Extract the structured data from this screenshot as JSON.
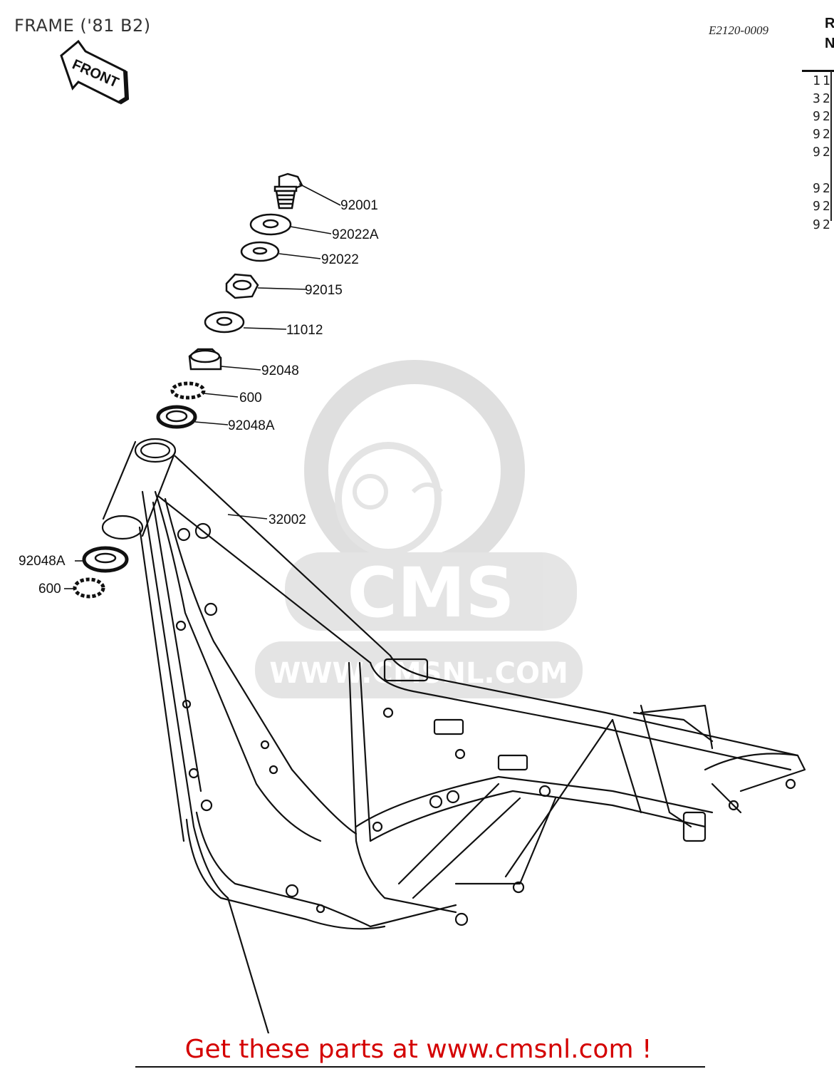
{
  "page": {
    "title": "FRAME ('81 B2)",
    "drawing_code": "E2120-0009",
    "column_header": [
      "R",
      "N"
    ],
    "side_list": [
      "11",
      "32",
      "92",
      "92",
      "92",
      "92",
      "92",
      "92"
    ],
    "footer": "Get these parts at www.cmsnl.com !"
  },
  "front_arrow": {
    "label": "FRONT"
  },
  "watermark": {
    "brand": "CMS",
    "url": "WWW.CMSNL.COM"
  },
  "parts": [
    {
      "number": "92001"
    },
    {
      "number": "92022A"
    },
    {
      "number": "92022"
    },
    {
      "number": "92015"
    },
    {
      "number": "11012"
    },
    {
      "number": "92048"
    },
    {
      "number": "600"
    },
    {
      "number": "92048A"
    },
    {
      "number": "32002"
    },
    {
      "number": "92048A"
    },
    {
      "number": "600"
    }
  ],
  "colors": {
    "footer": "#d40000",
    "line": "#111111",
    "watermark": "#d8d8d8"
  }
}
